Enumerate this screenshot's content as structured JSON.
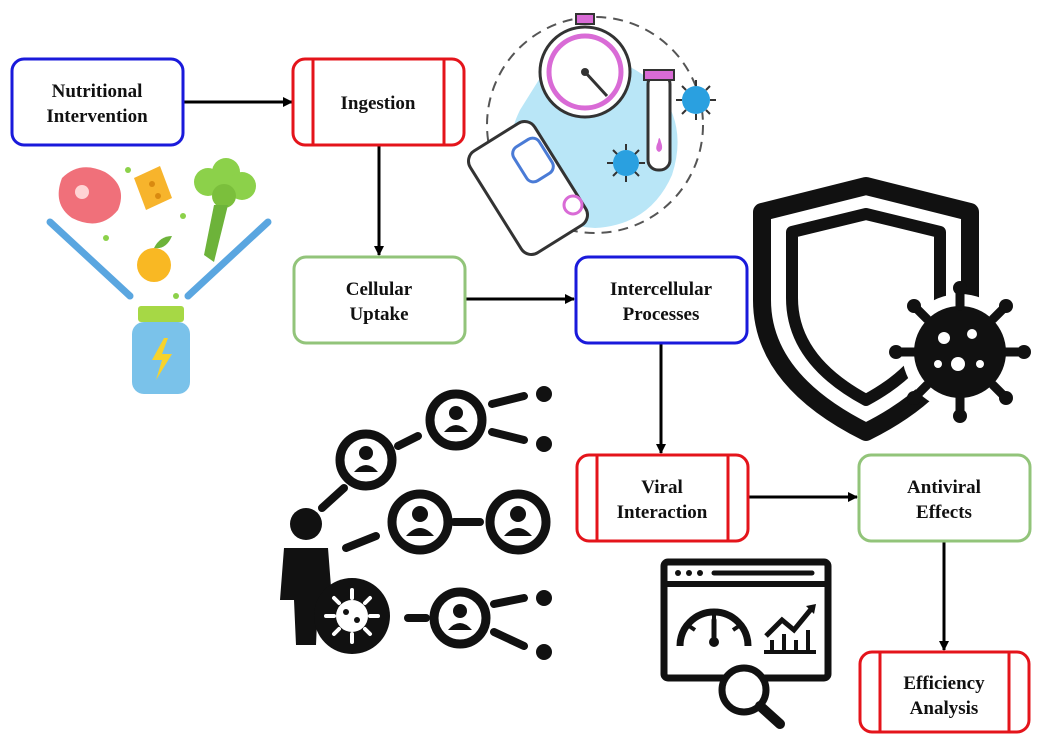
{
  "nodes": {
    "nutritional_intervention": {
      "lines": [
        "Nutritional",
        "Intervention"
      ],
      "style": "blue"
    },
    "ingestion": {
      "lines": [
        "Ingestion"
      ],
      "style": "red"
    },
    "cellular_uptake": {
      "lines": [
        "Cellular",
        "Uptake"
      ],
      "style": "green"
    },
    "intercellular_processes": {
      "lines": [
        "Intercellular",
        "Processes"
      ],
      "style": "blue"
    },
    "viral_interaction": {
      "lines": [
        "Viral",
        "Interaction"
      ],
      "style": "red"
    },
    "antiviral_effects": {
      "lines": [
        "Antiviral",
        "Effects"
      ],
      "style": "green"
    },
    "efficiency_analysis": {
      "lines": [
        "Efficiency",
        "Analysis"
      ],
      "style": "red"
    }
  },
  "colors": {
    "blue": "#1a1adb",
    "red": "#e4141b",
    "green": "#92c47a",
    "arrow": "#000000",
    "icon_dark": "#111111",
    "clock_pink": "#d96bd6",
    "kit_sky": "#b9e6f7",
    "virus_blue": "#2aa0e0",
    "meat": "#f0707a",
    "cheese": "#f7b42c",
    "broccoli": "#8cd14a",
    "orange": "#f9b823",
    "funnel": "#5aa6e0",
    "jar": "#7ac2ea",
    "lid": "#a6d845"
  },
  "icons": [
    "food-funnel-icon",
    "test-kit-icon",
    "shield-virus-icon",
    "network-people-icon",
    "dashboard-analysis-icon"
  ]
}
